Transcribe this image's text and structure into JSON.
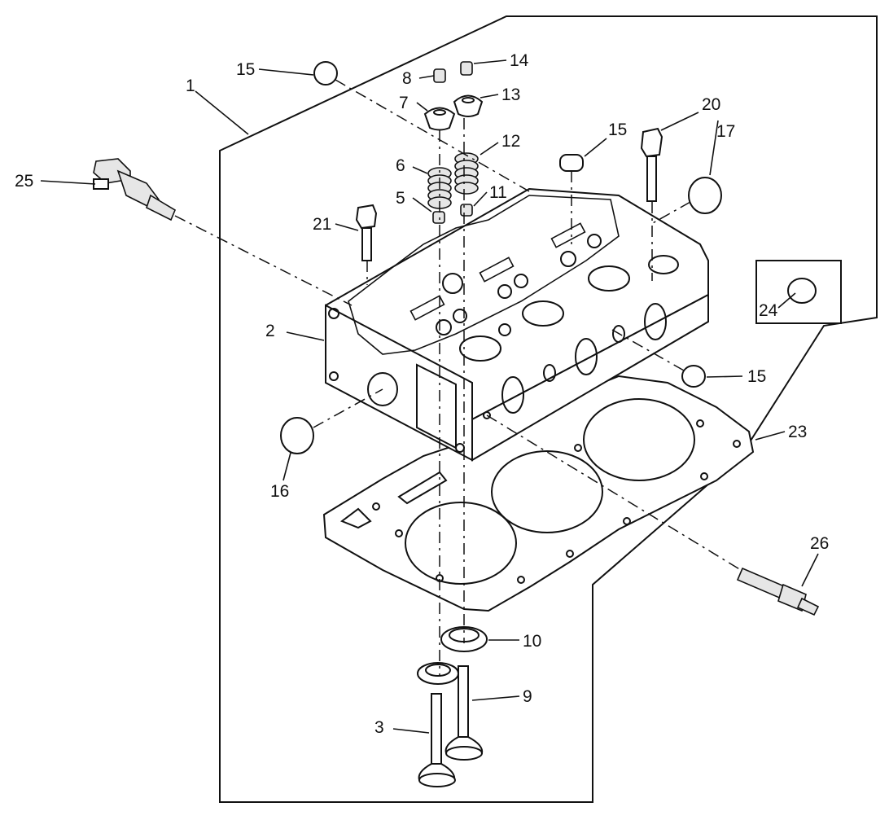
{
  "diagram": {
    "callouts": [
      {
        "id": "c1",
        "label": "1"
      },
      {
        "id": "c2",
        "label": "2"
      },
      {
        "id": "c3",
        "label": "3"
      },
      {
        "id": "c5",
        "label": "5"
      },
      {
        "id": "c6",
        "label": "6"
      },
      {
        "id": "c7",
        "label": "7"
      },
      {
        "id": "c8",
        "label": "8"
      },
      {
        "id": "c9",
        "label": "9"
      },
      {
        "id": "c10",
        "label": "10"
      },
      {
        "id": "c11",
        "label": "11"
      },
      {
        "id": "c12",
        "label": "12"
      },
      {
        "id": "c13",
        "label": "13"
      },
      {
        "id": "c14",
        "label": "14"
      },
      {
        "id": "c15a",
        "label": "15"
      },
      {
        "id": "c15b",
        "label": "15"
      },
      {
        "id": "c15c",
        "label": "15"
      },
      {
        "id": "c16",
        "label": "16"
      },
      {
        "id": "c17",
        "label": "17"
      },
      {
        "id": "c20",
        "label": "20"
      },
      {
        "id": "c21",
        "label": "21"
      },
      {
        "id": "c23",
        "label": "23"
      },
      {
        "id": "c24",
        "label": "24"
      },
      {
        "id": "c25",
        "label": "25"
      },
      {
        "id": "c26",
        "label": "26"
      }
    ]
  }
}
